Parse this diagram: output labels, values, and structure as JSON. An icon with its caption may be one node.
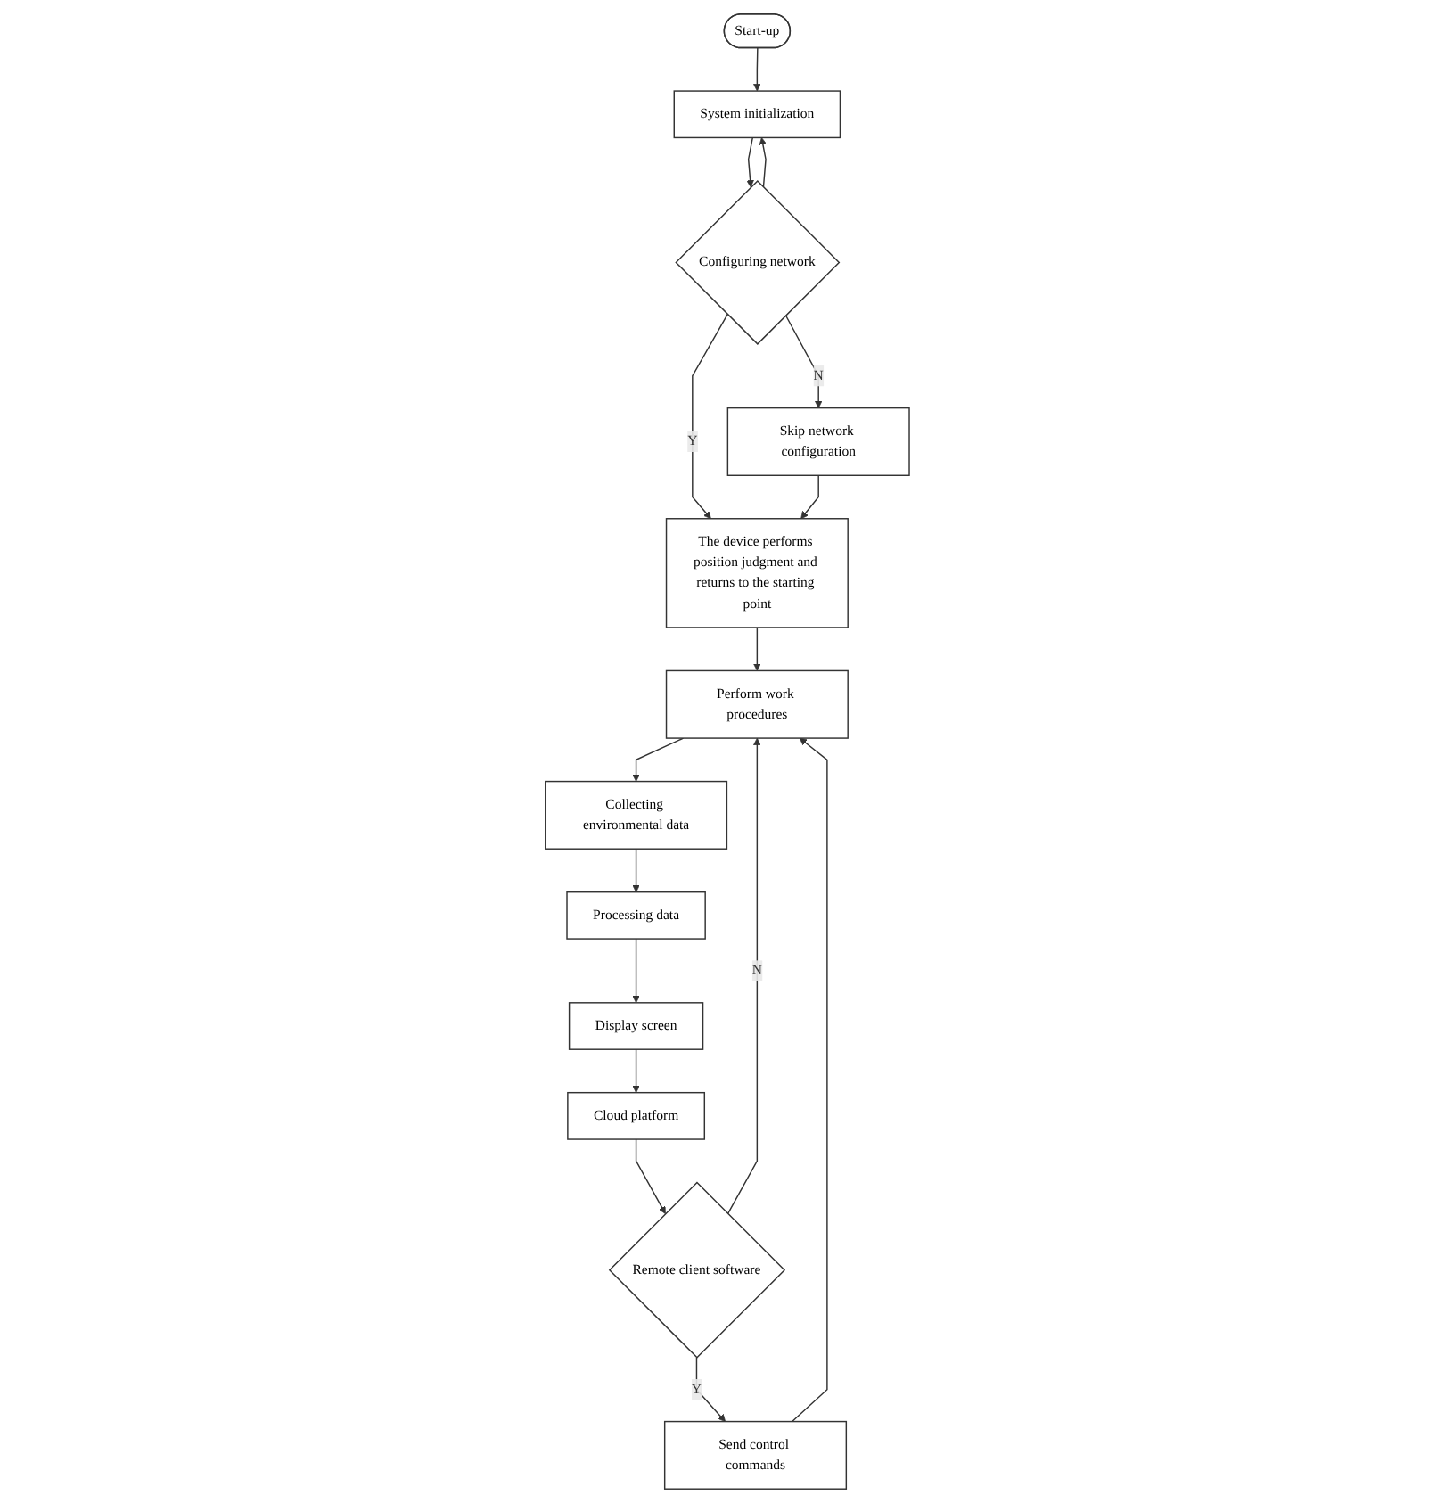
{
  "diagram": {
    "nodes": [
      {
        "text": [
          "Start-up"
        ]
      },
      {
        "text": [
          "System initialization"
        ]
      },
      {
        "text": [
          "Configuring network"
        ]
      },
      {
        "text": [
          "Skip network configuration"
        ]
      },
      {
        "text": [
          "The device performs position judgment and returns to the starting point"
        ]
      },
      {
        "text": [
          "Perform work procedures"
        ]
      },
      {
        "text": [
          "Collecting environmental data"
        ]
      },
      {
        "text": [
          "Processing data"
        ]
      },
      {
        "text": [
          "Display screen"
        ]
      },
      {
        "text": [
          "Cloud platform"
        ]
      },
      {
        "text": [
          "Remote client software"
        ]
      },
      {
        "text": [
          "Send control commands"
        ]
      }
    ],
    "edges": [
      {
        "from": 0,
        "to": 1,
        "arrow": "to"
      },
      {
        "from": 1,
        "to": 2,
        "arrow": "to"
      },
      {
        "from": 2,
        "to": 1,
        "arrow": "to"
      },
      {
        "from": 2,
        "to": 3,
        "label": "N",
        "arrow": "to"
      },
      {
        "from": 2,
        "to": 4,
        "label": "Y",
        "arrow": "to"
      },
      {
        "from": 3,
        "to": 4,
        "arrow": "to"
      },
      {
        "from": 4,
        "to": 5,
        "arrow": "to"
      },
      {
        "from": 5,
        "to": 6,
        "arrow": "to"
      },
      {
        "from": 6,
        "to": 7,
        "arrow": "to"
      },
      {
        "from": 7,
        "to": 8,
        "arrow": "to"
      },
      {
        "from": 8,
        "to": 9,
        "arrow": "to"
      },
      {
        "from": 9,
        "to": 10,
        "arrow": "to"
      },
      {
        "from": 10,
        "to": 11,
        "label": "Y",
        "arrow": "to"
      },
      {
        "from": 10,
        "to": 5,
        "label": "N",
        "arrow": "to"
      },
      {
        "from": 11,
        "to": 5,
        "arrow": "to"
      }
    ]
  }
}
